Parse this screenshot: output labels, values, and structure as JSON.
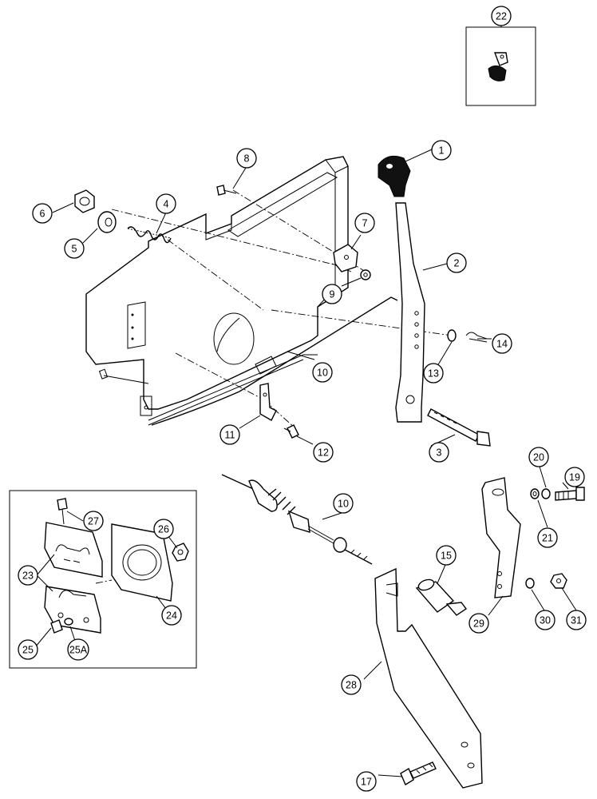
{
  "diagram": {
    "callouts": [
      {
        "id": "c1",
        "label": "1"
      },
      {
        "id": "c2",
        "label": "2"
      },
      {
        "id": "c3",
        "label": "3"
      },
      {
        "id": "c4",
        "label": "4"
      },
      {
        "id": "c5",
        "label": "5"
      },
      {
        "id": "c6",
        "label": "6"
      },
      {
        "id": "c7",
        "label": "7"
      },
      {
        "id": "c8",
        "label": "8"
      },
      {
        "id": "c9",
        "label": "9"
      },
      {
        "id": "c10a",
        "label": "10"
      },
      {
        "id": "c10b",
        "label": "10"
      },
      {
        "id": "c11",
        "label": "11"
      },
      {
        "id": "c12",
        "label": "12"
      },
      {
        "id": "c13",
        "label": "13"
      },
      {
        "id": "c14",
        "label": "14"
      },
      {
        "id": "c15",
        "label": "15"
      },
      {
        "id": "c17",
        "label": "17"
      },
      {
        "id": "c19",
        "label": "19"
      },
      {
        "id": "c20",
        "label": "20"
      },
      {
        "id": "c21",
        "label": "21"
      },
      {
        "id": "c22",
        "label": "22"
      },
      {
        "id": "c23",
        "label": "23"
      },
      {
        "id": "c24",
        "label": "24"
      },
      {
        "id": "c25",
        "label": "25"
      },
      {
        "id": "c25a",
        "label": "25A"
      },
      {
        "id": "c26",
        "label": "26"
      },
      {
        "id": "c27",
        "label": "27"
      },
      {
        "id": "c28",
        "label": "28"
      },
      {
        "id": "c29",
        "label": "29"
      },
      {
        "id": "c30",
        "label": "30"
      },
      {
        "id": "c31",
        "label": "31"
      }
    ]
  }
}
